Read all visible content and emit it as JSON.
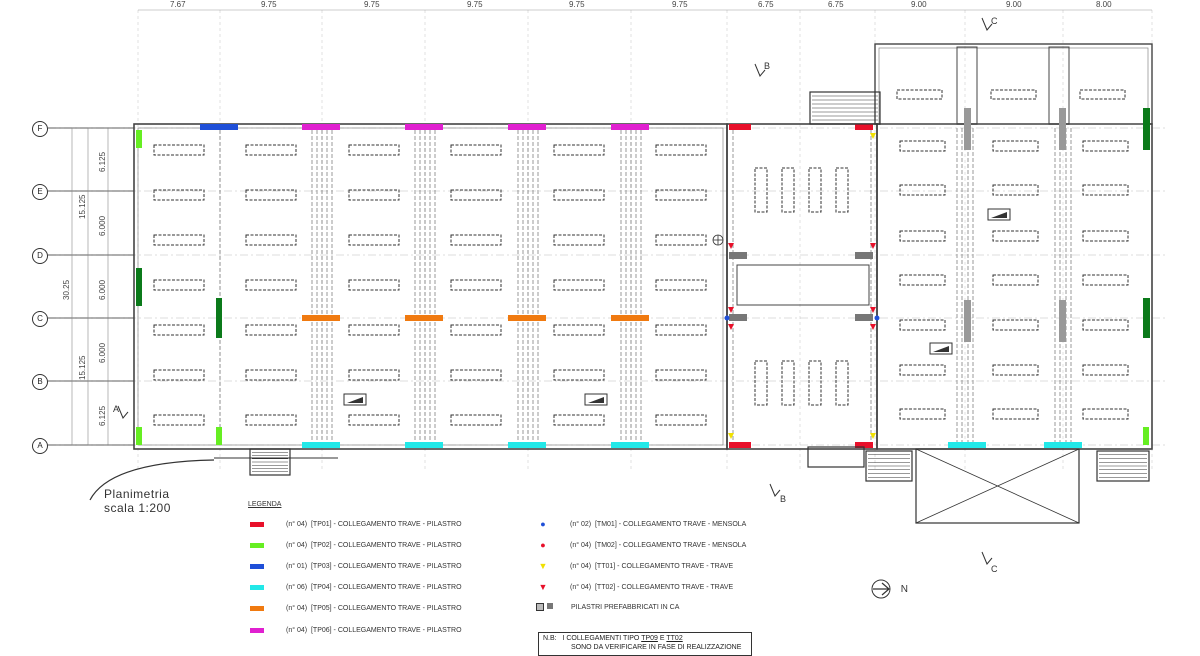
{
  "top_dimensions": [
    "7.67",
    "9.75",
    "9.75",
    "9.75",
    "9.75",
    "9.75",
    "6.75",
    "6.75",
    "9.00",
    "9.00",
    "8.00"
  ],
  "axes": [
    "F",
    "E",
    "D",
    "C",
    "B",
    "A"
  ],
  "left_dimensions": [
    "6.125",
    "6.000",
    "6.000",
    "6.000",
    "6.125"
  ],
  "left_totals": [
    "15.125",
    "30.25",
    "15.125"
  ],
  "section_labels": {
    "a": "A",
    "b": "B",
    "c": "C"
  },
  "title": {
    "line1": "Planimetria",
    "line2": "scala 1:200"
  },
  "legend": {
    "title": "LEGENDA",
    "left": [
      {
        "count": "(n° 04)",
        "code": "[TP01]",
        "desc": "COLLEGAMENTO TRAVE - PILASTRO",
        "color": "#e8102a"
      },
      {
        "count": "(n° 04)",
        "code": "[TP02]",
        "desc": "COLLEGAMENTO TRAVE - PILASTRO",
        "color": "#66ee22"
      },
      {
        "count": "(n° 01)",
        "code": "[TP03]",
        "desc": "COLLEGAMENTO TRAVE - PILASTRO",
        "color": "#1f4fd8"
      },
      {
        "count": "(n° 06)",
        "code": "[TP04]",
        "desc": "COLLEGAMENTO TRAVE - PILASTRO",
        "color": "#22e8e8"
      },
      {
        "count": "(n° 04)",
        "code": "[TP05]",
        "desc": "COLLEGAMENTO TRAVE - PILASTRO",
        "color": "#f07a10"
      },
      {
        "count": "(n° 04)",
        "code": "[TP06]",
        "desc": "COLLEGAMENTO TRAVE - PILASTRO",
        "color": "#e020d0"
      }
    ],
    "right": [
      {
        "count": "(n° 02)",
        "code": "[TM01]",
        "desc": "COLLEGAMENTO TRAVE - MENSOLA",
        "symbol": "●",
        "color": "#1f4fd8"
      },
      {
        "count": "(n° 04)",
        "code": "[TM02]",
        "desc": "COLLEGAMENTO TRAVE - MENSOLA",
        "symbol": "●",
        "color": "#e8102a"
      },
      {
        "count": "(n° 04)",
        "code": "[TT01]",
        "desc": "COLLEGAMENTO TRAVE - TRAVE",
        "symbol": "▼",
        "color": "#f0e000"
      },
      {
        "count": "(n° 04)",
        "code": "[TT02]",
        "desc": "COLLEGAMENTO TRAVE - TRAVE",
        "symbol": "▼",
        "color": "#e8102a"
      }
    ],
    "prefab": "PILASTRI PREFABBRICATI IN CA"
  },
  "north": "N",
  "note": {
    "prefix": "N.B:",
    "line1_start": "I COLLEGAMENTI TIPO",
    "code1": "TP09",
    "mid": "E",
    "code2": "TT02",
    "line2": "SONO DA VERIFICARE IN FASE DI  REALIZZAZIONE"
  }
}
